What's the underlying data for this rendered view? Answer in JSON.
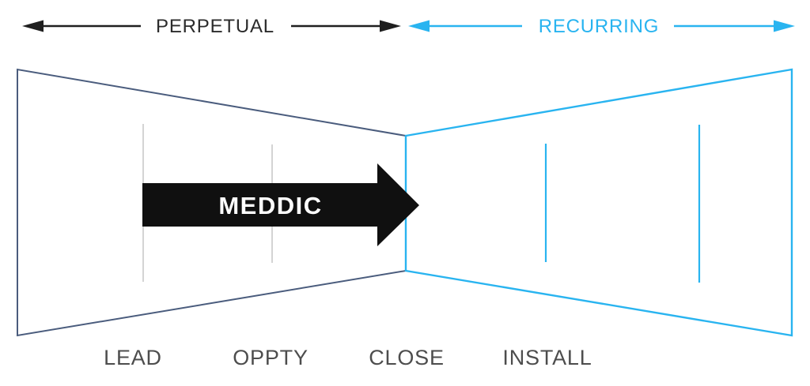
{
  "top_axis": {
    "perpetual": {
      "label": "PERPETUAL"
    },
    "recurring": {
      "label": "RECURRING"
    }
  },
  "funnel": {
    "meddic_arrow_label": "MEDDIC",
    "stage_labels": [
      "LEAD",
      "OPPTY",
      "CLOSE",
      "INSTALL"
    ]
  },
  "colors": {
    "perpetual-black": "#1f1f1f",
    "recurring-cyan": "#29b4f0",
    "funnel-navy": "#4a5c7d",
    "divider-gray": "#c9c9c9",
    "arrow-black": "#101010",
    "arrow-text": "#ffffff",
    "stage-label-gray": "#4d4d4d",
    "background": "#ffffff"
  }
}
